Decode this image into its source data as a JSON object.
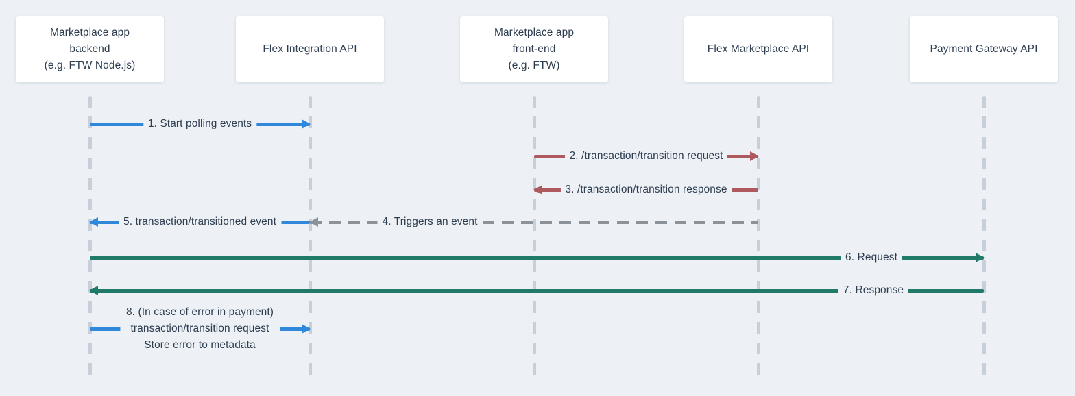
{
  "diagram": {
    "type": "sequence",
    "participants": [
      {
        "id": "marketplace-app-backend",
        "lines": [
          "Marketplace app",
          "backend",
          "(e.g. FTW Node.js)"
        ]
      },
      {
        "id": "flex-integration-api",
        "lines": [
          "Flex Integration API"
        ]
      },
      {
        "id": "marketplace-app-frontend",
        "lines": [
          "Marketplace app",
          "front-end",
          "(e.g. FTW)"
        ]
      },
      {
        "id": "flex-marketplace-api",
        "lines": [
          "Flex Marketplace API"
        ]
      },
      {
        "id": "payment-gateway-api",
        "lines": [
          "Payment Gateway API"
        ]
      }
    ],
    "messages": [
      {
        "label": "1. Start polling events",
        "from": "marketplace-app-backend",
        "to": "flex-integration-api",
        "line": "solid",
        "color": "#2f88da"
      },
      {
        "label": "2. /transaction/transition request",
        "from": "marketplace-app-frontend",
        "to": "flex-marketplace-api",
        "line": "solid",
        "color": "#ae595e"
      },
      {
        "label": "3. /transaction/transition response",
        "from": "flex-marketplace-api",
        "to": "marketplace-app-frontend",
        "line": "solid",
        "color": "#ae595e"
      },
      {
        "label": "4. Triggers an event",
        "from": "flex-marketplace-api",
        "to": "flex-integration-api",
        "line": "dashed",
        "color": "#8b929a"
      },
      {
        "label": "5. transaction/transitioned event",
        "from": "flex-integration-api",
        "to": "marketplace-app-backend",
        "line": "solid",
        "color": "#2f88da"
      },
      {
        "label": "6. Request",
        "from": "marketplace-app-backend",
        "to": "payment-gateway-api",
        "line": "solid",
        "color": "#1f7a68"
      },
      {
        "label": "7. Response",
        "from": "payment-gateway-api",
        "to": "marketplace-app-backend",
        "line": "solid",
        "color": "#1f7a68"
      },
      {
        "label_lines": [
          "8. (In case of error in payment)",
          "transaction/transition request",
          "Store error to metadata"
        ],
        "from": "marketplace-app-backend",
        "to": "flex-integration-api",
        "line": "solid",
        "color": "#2f88da"
      }
    ],
    "colors": {
      "background": "#edf1f5",
      "participant_box": "#ffffff",
      "text": "#2e3e50",
      "lifeline": "#c7d0da",
      "blue_arrow": "#2f88da",
      "red_arrow": "#ae595e",
      "green_arrow": "#1f7a68",
      "gray_dashed_arrow": "#8b929a"
    }
  }
}
